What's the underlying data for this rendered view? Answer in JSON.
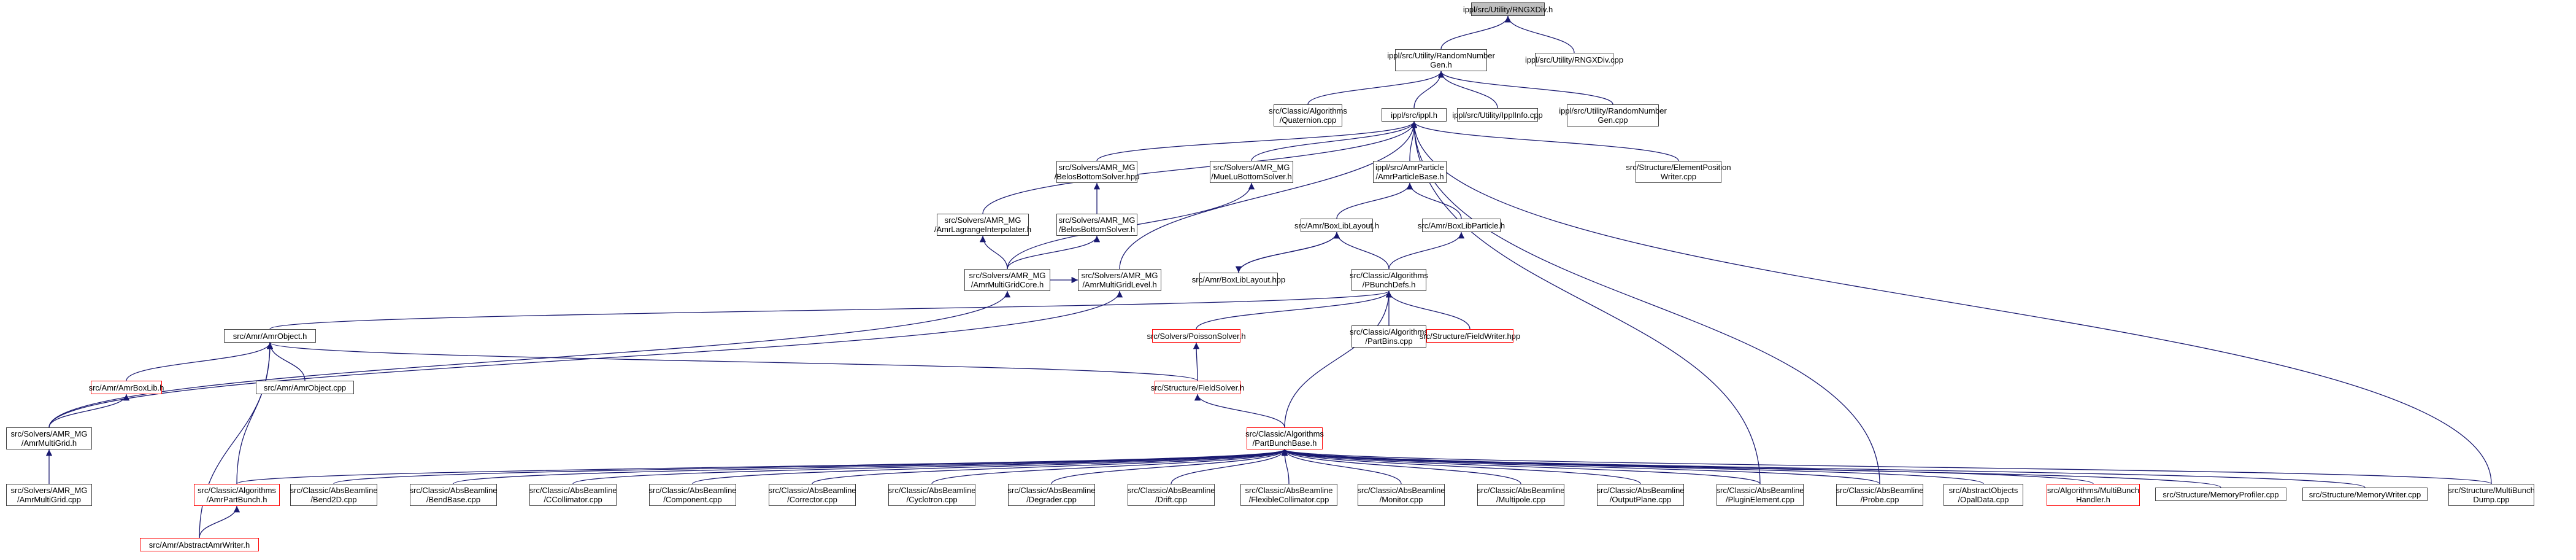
{
  "diagram": {
    "type": "include-dependency-graph",
    "nodes": [
      {
        "id": "rngxdiv_h",
        "lines": [
          "ippl/src/Utility/RNGXDiv.h"
        ],
        "root": true
      },
      {
        "id": "randomgen_h",
        "lines": [
          "ippl/src/Utility/RandomNumber",
          "Gen.h"
        ]
      },
      {
        "id": "rngxdiv_cpp",
        "lines": [
          "ippl/src/Utility/RNGXDiv.cpp"
        ]
      },
      {
        "id": "quaternion_cpp",
        "lines": [
          "src/Classic/Algorithms",
          "/Quaternion.cpp"
        ]
      },
      {
        "id": "ippl_h",
        "lines": [
          "ippl/src/ippl.h"
        ]
      },
      {
        "id": "ipplinfo_cpp",
        "lines": [
          "ippl/src/Utility/IpplInfo.cpp"
        ]
      },
      {
        "id": "randomgen_cpp",
        "lines": [
          "ippl/src/Utility/RandomNumber",
          "Gen.cpp"
        ]
      },
      {
        "id": "belosbottom_hpp",
        "lines": [
          "src/Solvers/AMR_MG",
          "/BelosBottomSolver.hpp"
        ]
      },
      {
        "id": "mueluBottom_h",
        "lines": [
          "src/Solvers/AMR_MG",
          "/MueLuBottomSolver.h"
        ]
      },
      {
        "id": "amrparticlebase_h",
        "lines": [
          "ippl/src/AmrParticle",
          "/AmrParticleBase.h"
        ]
      },
      {
        "id": "elemposwriter_cpp",
        "lines": [
          "src/Structure/ElementPosition",
          "Writer.cpp"
        ]
      },
      {
        "id": "amrlagrange_h",
        "lines": [
          "src/Solvers/AMR_MG",
          "/AmrLagrangeInterpolater.h"
        ]
      },
      {
        "id": "belosbottom_h",
        "lines": [
          "src/Solvers/AMR_MG",
          "/BelosBottomSolver.h"
        ]
      },
      {
        "id": "boxliblayout_h",
        "lines": [
          "src/Amr/BoxLibLayout.h"
        ]
      },
      {
        "id": "boxlibparticle_h",
        "lines": [
          "src/Amr/BoxLibParticle.h"
        ]
      },
      {
        "id": "amrmgcore_h",
        "lines": [
          "src/Solvers/AMR_MG",
          "/AmrMultiGridCore.h"
        ]
      },
      {
        "id": "amrmglevel_h",
        "lines": [
          "src/Solvers/AMR_MG",
          "/AmrMultiGridLevel.h"
        ]
      },
      {
        "id": "boxliblayout_hpp",
        "lines": [
          "src/Amr/BoxLibLayout.hpp"
        ]
      },
      {
        "id": "pbunchdefs_h",
        "lines": [
          "src/Classic/Algorithms",
          "/PBunchDefs.h"
        ]
      },
      {
        "id": "amrobject_h",
        "lines": [
          "src/Amr/AmrObject.h"
        ]
      },
      {
        "id": "poisson_h",
        "lines": [
          "src/Solvers/PoissonSolver.h"
        ],
        "red": true
      },
      {
        "id": "partbins_cpp",
        "lines": [
          "src/Classic/Algorithms",
          "/PartBins.cpp"
        ]
      },
      {
        "id": "fieldwriter_hpp",
        "lines": [
          "src/Structure/FieldWriter.hpp"
        ],
        "red": true
      },
      {
        "id": "amrboxlib_h",
        "lines": [
          "src/Amr/AmrBoxLib.h"
        ],
        "red": true
      },
      {
        "id": "amrobject_cpp",
        "lines": [
          "src/Amr/AmrObject.cpp"
        ]
      },
      {
        "id": "fieldsolver_h",
        "lines": [
          "src/Structure/FieldSolver.h"
        ],
        "red": true
      },
      {
        "id": "amrmg_h",
        "lines": [
          "src/Solvers/AMR_MG",
          "/AmrMultiGrid.h"
        ]
      },
      {
        "id": "partbunchbase_h",
        "lines": [
          "src/Classic/Algorithms",
          "/PartBunchBase.h"
        ],
        "red": true
      },
      {
        "id": "amrmg_cpp",
        "lines": [
          "src/Solvers/AMR_MG",
          "/AmrMultiGrid.cpp"
        ]
      },
      {
        "id": "amrpartbunch_h",
        "lines": [
          "src/Classic/Algorithms",
          "/AmrPartBunch.h"
        ],
        "red": true
      },
      {
        "id": "bend2d_cpp",
        "lines": [
          "src/Classic/AbsBeamline",
          "/Bend2D.cpp"
        ]
      },
      {
        "id": "bendbase_cpp",
        "lines": [
          "src/Classic/AbsBeamline",
          "/BendBase.cpp"
        ]
      },
      {
        "id": "ccollimator_cpp",
        "lines": [
          "src/Classic/AbsBeamline",
          "/CCollimator.cpp"
        ]
      },
      {
        "id": "component_cpp",
        "lines": [
          "src/Classic/AbsBeamline",
          "/Component.cpp"
        ]
      },
      {
        "id": "corrector_cpp",
        "lines": [
          "src/Classic/AbsBeamline",
          "/Corrector.cpp"
        ]
      },
      {
        "id": "cyclotron_cpp",
        "lines": [
          "src/Classic/AbsBeamline",
          "/Cyclotron.cpp"
        ]
      },
      {
        "id": "degrader_cpp",
        "lines": [
          "src/Classic/AbsBeamline",
          "/Degrader.cpp"
        ]
      },
      {
        "id": "drift_cpp",
        "lines": [
          "src/Classic/AbsBeamline",
          "/Drift.cpp"
        ]
      },
      {
        "id": "flexcoll_cpp",
        "lines": [
          "src/Classic/AbsBeamline",
          "/FlexibleCollimator.cpp"
        ]
      },
      {
        "id": "monitor_cpp",
        "lines": [
          "src/Classic/AbsBeamline",
          "/Monitor.cpp"
        ]
      },
      {
        "id": "multipole_cpp",
        "lines": [
          "src/Classic/AbsBeamline",
          "/Multipole.cpp"
        ]
      },
      {
        "id": "outputplane_cpp",
        "lines": [
          "src/Classic/AbsBeamline",
          "/OutputPlane.cpp"
        ]
      },
      {
        "id": "pluginelement_cpp",
        "lines": [
          "src/Classic/AbsBeamline",
          "/PluginElement.cpp"
        ]
      },
      {
        "id": "probe_cpp",
        "lines": [
          "src/Classic/AbsBeamline",
          "/Probe.cpp"
        ]
      },
      {
        "id": "opaldata_cpp",
        "lines": [
          "src/AbstractObjects",
          "/OpalData.cpp"
        ]
      },
      {
        "id": "multibunch_h",
        "lines": [
          "src/Algorithms/MultiBunch",
          "Handler.h"
        ],
        "red": true
      },
      {
        "id": "memprofiler_cpp",
        "lines": [
          "src/Structure/MemoryProfiler.cpp"
        ]
      },
      {
        "id": "memwriter_cpp",
        "lines": [
          "src/Structure/MemoryWriter.cpp"
        ]
      },
      {
        "id": "multibunchdump_cpp",
        "lines": [
          "src/Structure/MultiBunch",
          "Dump.cpp"
        ]
      },
      {
        "id": "abstractamrwriter_h",
        "lines": [
          "src/Amr/AbstractAmrWriter.h"
        ],
        "red": true
      }
    ],
    "edges": [
      {
        "from": "randomgen_h",
        "to": "rngxdiv_h"
      },
      {
        "from": "rngxdiv_cpp",
        "to": "rngxdiv_h"
      },
      {
        "from": "quaternion_cpp",
        "to": "randomgen_h"
      },
      {
        "from": "ippl_h",
        "to": "randomgen_h"
      },
      {
        "from": "ipplinfo_cpp",
        "to": "randomgen_h"
      },
      {
        "from": "randomgen_cpp",
        "to": "randomgen_h"
      },
      {
        "from": "belosbottom_hpp",
        "to": "ippl_h"
      },
      {
        "from": "mueluBottom_h",
        "to": "ippl_h"
      },
      {
        "from": "amrparticlebase_h",
        "to": "ippl_h"
      },
      {
        "from": "elemposwriter_cpp",
        "to": "ippl_h"
      },
      {
        "from": "amrlagrange_h",
        "to": "ippl_h"
      },
      {
        "from": "amrmglevel_h",
        "to": "ippl_h"
      },
      {
        "from": "pluginelement_cpp",
        "to": "ippl_h"
      },
      {
        "from": "probe_cpp",
        "to": "ippl_h"
      },
      {
        "from": "multibunchdump_cpp",
        "to": "ippl_h"
      },
      {
        "from": "belosbottom_h",
        "to": "belosbottom_hpp"
      },
      {
        "from": "amrmgcore_h",
        "to": "belosbottom_h"
      },
      {
        "from": "amrmgcore_h",
        "to": "mueluBottom_h"
      },
      {
        "from": "amrmgcore_h",
        "to": "amrlagrange_h"
      },
      {
        "from": "boxliblayout_h",
        "to": "amrparticlebase_h"
      },
      {
        "from": "boxlibparticle_h",
        "to": "amrparticlebase_h"
      },
      {
        "from": "boxliblayout_hpp",
        "to": "boxliblayout_h"
      },
      {
        "from": "boxliblayout_h",
        "to": "boxliblayout_hpp"
      },
      {
        "from": "pbunchdefs_h",
        "to": "boxliblayout_h"
      },
      {
        "from": "pbunchdefs_h",
        "to": "boxlibparticle_h"
      },
      {
        "from": "amrmg_h",
        "to": "amrmgcore_h"
      },
      {
        "from": "amrmg_h",
        "to": "amrmglevel_h"
      },
      {
        "from": "amrmgcore_h",
        "to": "amrmglevel_h"
      },
      {
        "from": "amrobject_h",
        "to": "pbunchdefs_h"
      },
      {
        "from": "poisson_h",
        "to": "pbunchdefs_h"
      },
      {
        "from": "partbins_cpp",
        "to": "pbunchdefs_h"
      },
      {
        "from": "fieldwriter_hpp",
        "to": "pbunchdefs_h"
      },
      {
        "from": "partbunchbase_h",
        "to": "pbunchdefs_h"
      },
      {
        "from": "amrboxlib_h",
        "to": "amrobject_h"
      },
      {
        "from": "amrobject_cpp",
        "to": "amrobject_h"
      },
      {
        "from": "fieldsolver_h",
        "to": "amrobject_h"
      },
      {
        "from": "amrpartbunch_h",
        "to": "amrobject_h"
      },
      {
        "from": "abstractamrwriter_h",
        "to": "amrobject_h"
      },
      {
        "from": "fieldsolver_h",
        "to": "poisson_h"
      },
      {
        "from": "amrmg_h",
        "to": "amrboxlib_h"
      },
      {
        "from": "partbunchbase_h",
        "to": "fieldsolver_h"
      },
      {
        "from": "amrmg_cpp",
        "to": "amrmg_h"
      },
      {
        "from": "abstractamrwriter_h",
        "to": "amrpartbunch_h"
      },
      {
        "from": "amrpartbunch_h",
        "to": "partbunchbase_h"
      },
      {
        "from": "bend2d_cpp",
        "to": "partbunchbase_h"
      },
      {
        "from": "bendbase_cpp",
        "to": "partbunchbase_h"
      },
      {
        "from": "ccollimator_cpp",
        "to": "partbunchbase_h"
      },
      {
        "from": "component_cpp",
        "to": "partbunchbase_h"
      },
      {
        "from": "corrector_cpp",
        "to": "partbunchbase_h"
      },
      {
        "from": "cyclotron_cpp",
        "to": "partbunchbase_h"
      },
      {
        "from": "degrader_cpp",
        "to": "partbunchbase_h"
      },
      {
        "from": "drift_cpp",
        "to": "partbunchbase_h"
      },
      {
        "from": "flexcoll_cpp",
        "to": "partbunchbase_h"
      },
      {
        "from": "monitor_cpp",
        "to": "partbunchbase_h"
      },
      {
        "from": "multipole_cpp",
        "to": "partbunchbase_h"
      },
      {
        "from": "outputplane_cpp",
        "to": "partbunchbase_h"
      },
      {
        "from": "pluginelement_cpp",
        "to": "partbunchbase_h"
      },
      {
        "from": "probe_cpp",
        "to": "partbunchbase_h"
      },
      {
        "from": "opaldata_cpp",
        "to": "partbunchbase_h"
      },
      {
        "from": "multibunch_h",
        "to": "partbunchbase_h"
      },
      {
        "from": "memprofiler_cpp",
        "to": "partbunchbase_h"
      },
      {
        "from": "memwriter_cpp",
        "to": "partbunchbase_h"
      },
      {
        "from": "multibunchdump_cpp",
        "to": "partbunchbase_h"
      }
    ]
  },
  "colors": {
    "edge": "#191970",
    "root_fill": "#bfbfbf",
    "node_border": "#404040",
    "truncated_border": "#ff0000"
  }
}
